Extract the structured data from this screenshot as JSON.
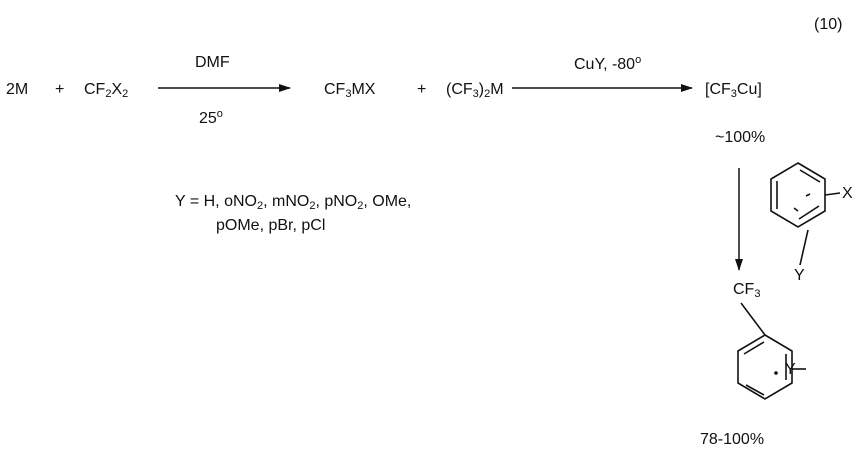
{
  "equation_number": "(10)",
  "reaction": {
    "reactant_1": "2M",
    "plus_1": "+",
    "reactant_2_parts": [
      "CF",
      "2",
      "X",
      "2"
    ],
    "arrow_1_above": "DMF",
    "arrow_1_below_parts": [
      "25",
      "o"
    ],
    "product_1_parts": [
      "CF",
      "3",
      "MX"
    ],
    "plus_2": "+",
    "product_2_parts": [
      "(CF",
      "3",
      ")",
      "2",
      "M"
    ],
    "arrow_2_above_parts": [
      "CuY, -80",
      "o"
    ],
    "intermediate_parts": [
      "[CF",
      "3",
      "Cu]"
    ],
    "intermediate_yield": "~100%"
  },
  "conditions": {
    "line_1_parts": [
      "Y = H, oNO",
      "2",
      ", mNO",
      "2",
      ", pNO",
      "2",
      ", OMe,"
    ],
    "line_2": "pOMe, pBr, pCl"
  },
  "aryl_halide": {
    "substituent_x": "X",
    "substituent_y": "Y"
  },
  "product": {
    "group_parts": [
      "CF",
      "3"
    ],
    "substituent_y": "Y",
    "yield": "78-100%"
  }
}
